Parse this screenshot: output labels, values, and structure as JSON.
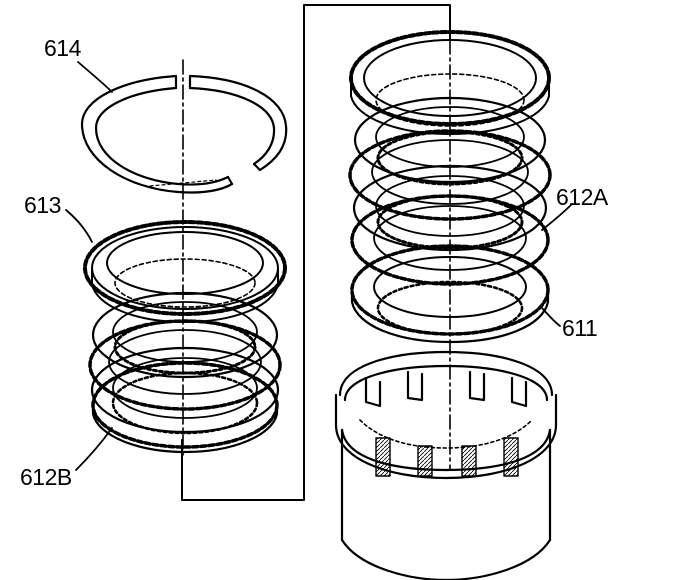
{
  "labels": {
    "snap_ring": "614",
    "pressure_plate": "613",
    "plate_set_b": "612B",
    "plate_set_a": "612A",
    "backing_plate": "611"
  },
  "colors": {
    "ink": "#000000",
    "paper": "#ffffff"
  }
}
